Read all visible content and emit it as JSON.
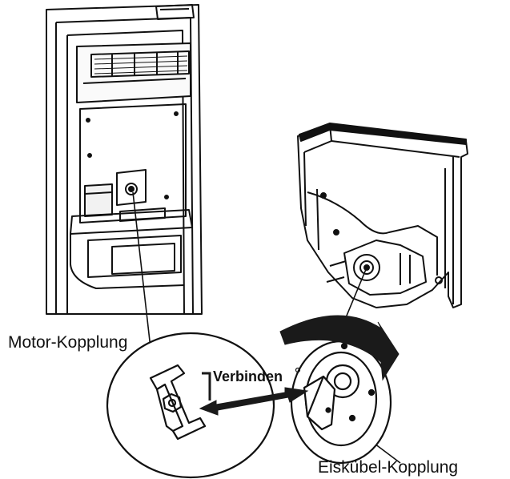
{
  "labels": {
    "motor_coupling": "Motor-Kopplung",
    "connect": "Verbinden",
    "bucket_coupling": "Eiskübel-Kopplung"
  },
  "colors": {
    "line": "#111111",
    "background": "#ffffff",
    "arrow": "#1a1a1a"
  }
}
